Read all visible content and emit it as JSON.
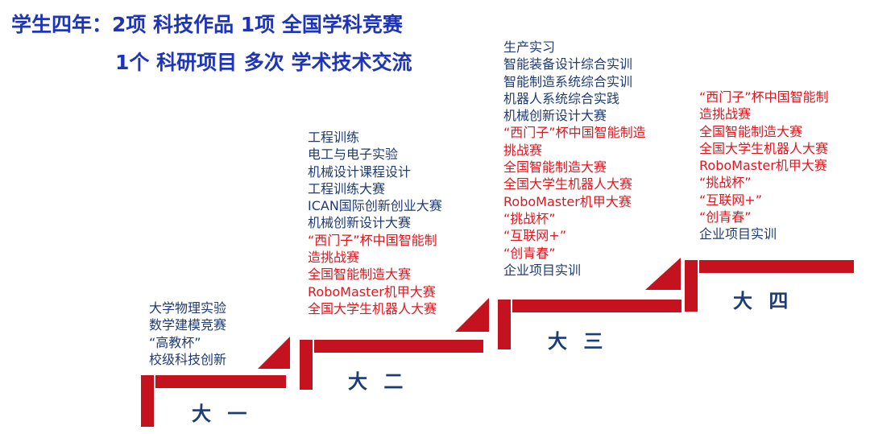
{
  "header": {
    "line1": "学生四年：2项 科技作品   1项 全国学科竞赛",
    "line2": "1个 科研项目   多次 学术技术交流"
  },
  "years": {
    "y1": "大 一",
    "y2": "大 二",
    "y3": "大 三",
    "y4": "大 四"
  },
  "colors": {
    "step": "#c5121f",
    "blue_text": "#1f3b73",
    "red_text": "#e0161f",
    "header": "#1f35b8"
  },
  "stage1": {
    "items": [
      {
        "text": "大学物理实验",
        "color": "blue"
      },
      {
        "text": "数学建模竞赛",
        "color": "blue"
      },
      {
        "text": "“高教杯”",
        "color": "blue"
      },
      {
        "text": "校级科技创新",
        "color": "blue"
      }
    ]
  },
  "stage2": {
    "items": [
      {
        "text": "工程训练",
        "color": "blue"
      },
      {
        "text": "电工与电子实验",
        "color": "blue"
      },
      {
        "text": "机械设计课程设计",
        "color": "blue"
      },
      {
        "text": "工程训练大赛",
        "color": "blue"
      },
      {
        "text": "ICAN国际创新创业大赛",
        "color": "blue"
      },
      {
        "text": "机械创新设计大赛",
        "color": "blue"
      },
      {
        "text": "“西门子”杯中国智能制",
        "color": "red"
      },
      {
        "text": "造挑战赛",
        "color": "red"
      },
      {
        "text": "全国智能制造大赛",
        "color": "red"
      },
      {
        "text": "RoboMaster机甲大赛",
        "color": "red"
      },
      {
        "text": "全国大学生机器人大赛",
        "color": "red"
      }
    ]
  },
  "stage3": {
    "items": [
      {
        "text": "生产实习",
        "color": "blue"
      },
      {
        "text": "智能装备设计综合实训",
        "color": "blue"
      },
      {
        "text": "智能制造系统综合实训",
        "color": "blue"
      },
      {
        "text": "机器人系统综合实践",
        "color": "blue"
      },
      {
        "text": "机械创新设计大赛",
        "color": "blue"
      },
      {
        "text": "“西门子”杯中国智能制造",
        "color": "red"
      },
      {
        "text": "挑战赛",
        "color": "red"
      },
      {
        "text": "全国智能制造大赛",
        "color": "red"
      },
      {
        "text": "全国大学生机器人大赛",
        "color": "red"
      },
      {
        "text": "RoboMaster机甲大赛",
        "color": "red"
      },
      {
        "text": "“挑战杯”",
        "color": "red"
      },
      {
        "text": "“互联网+”",
        "color": "red"
      },
      {
        "text": "“创青春”",
        "color": "red"
      },
      {
        "text": "企业项目实训",
        "color": "blue"
      }
    ]
  },
  "stage4": {
    "items": [
      {
        "text": "“西门子”杯中国智能制",
        "color": "red"
      },
      {
        "text": "造挑战赛",
        "color": "red"
      },
      {
        "text": "全国智能制造大赛",
        "color": "red"
      },
      {
        "text": "全国大学生机器人大赛",
        "color": "red"
      },
      {
        "text": "RoboMaster机甲大赛",
        "color": "red"
      },
      {
        "text": "“挑战杯”",
        "color": "red"
      },
      {
        "text": "“互联网+”",
        "color": "red"
      },
      {
        "text": "“创青春”",
        "color": "red"
      },
      {
        "text": "企业项目实训",
        "color": "blue"
      }
    ]
  }
}
